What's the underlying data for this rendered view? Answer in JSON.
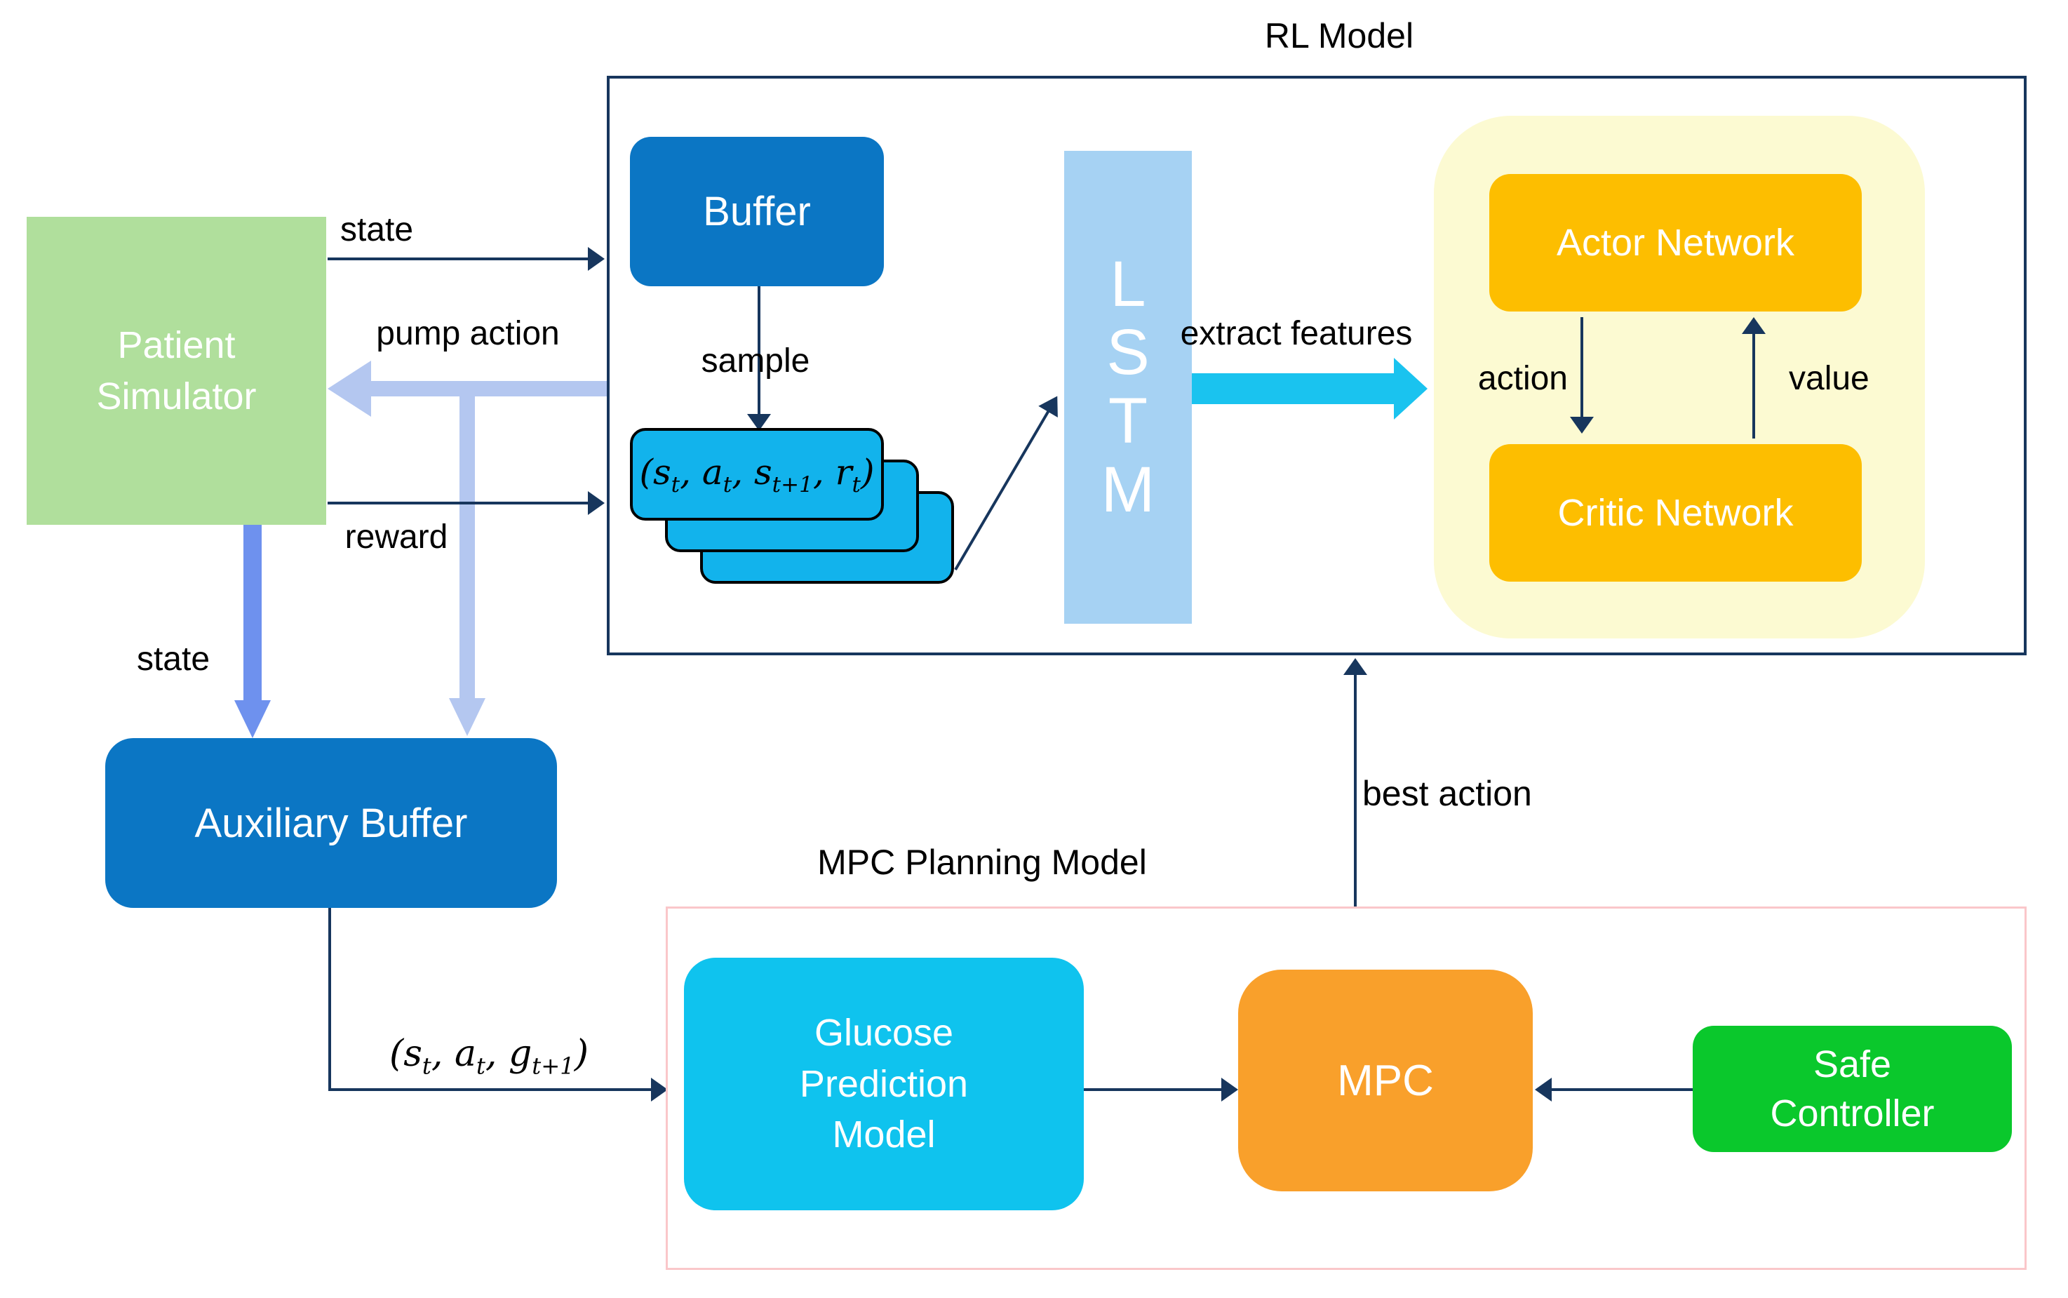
{
  "colors": {
    "navy": "#17365D",
    "buffer_blue": "#0B76C4",
    "patient_green": "#B0DF9C",
    "tuple_cyan": "#12B3EC",
    "glucose_cyan": "#0FC3EE",
    "lstm_blue": "#A6D2F3",
    "extract_cyan": "#1AC3EF",
    "network_gold": "#FDBE00",
    "pale_yellow": "#FCFAD2",
    "mpc_orange": "#F9A02B",
    "safe_green": "#0AC82C",
    "pink_border": "#FAC7CA",
    "pump_periwinkle": "#B4C7F0",
    "state_blue": "#6E91EE"
  },
  "rl_model": {
    "title": "RL Model"
  },
  "mpc_planning": {
    "title": "MPC Planning Model"
  },
  "patient_simulator": {
    "line1": "Patient",
    "line2": "Simulator"
  },
  "buffer": {
    "label": "Buffer"
  },
  "auxiliary_buffer": {
    "label": "Auxiliary Buffer"
  },
  "lstm": {
    "letters": [
      "L",
      "S",
      "T",
      "M"
    ]
  },
  "actor_network": {
    "label": "Actor Network"
  },
  "critic_network": {
    "label": "Critic Network"
  },
  "glucose_model": {
    "line1": "Glucose",
    "line2": "Prediction",
    "line3": "Model"
  },
  "mpc": {
    "label": "MPC"
  },
  "safe_controller": {
    "line1": "Safe",
    "line2": "Controller"
  },
  "tuple_stack": {
    "parts": [
      "(s",
      "t",
      ", a",
      "t",
      ", s",
      "t+1",
      ", r",
      "t",
      ")"
    ]
  },
  "aux_tuple": {
    "parts": [
      "(s",
      "t",
      ", a",
      "t",
      ", g",
      "t+1",
      ")"
    ]
  },
  "arrow_labels": {
    "state_top": "state",
    "pump_action": "pump action",
    "reward": "reward",
    "sample": "sample",
    "state_down": "state",
    "extract_features": "extract features",
    "action": "action",
    "value": "value",
    "best_action": "best action"
  }
}
